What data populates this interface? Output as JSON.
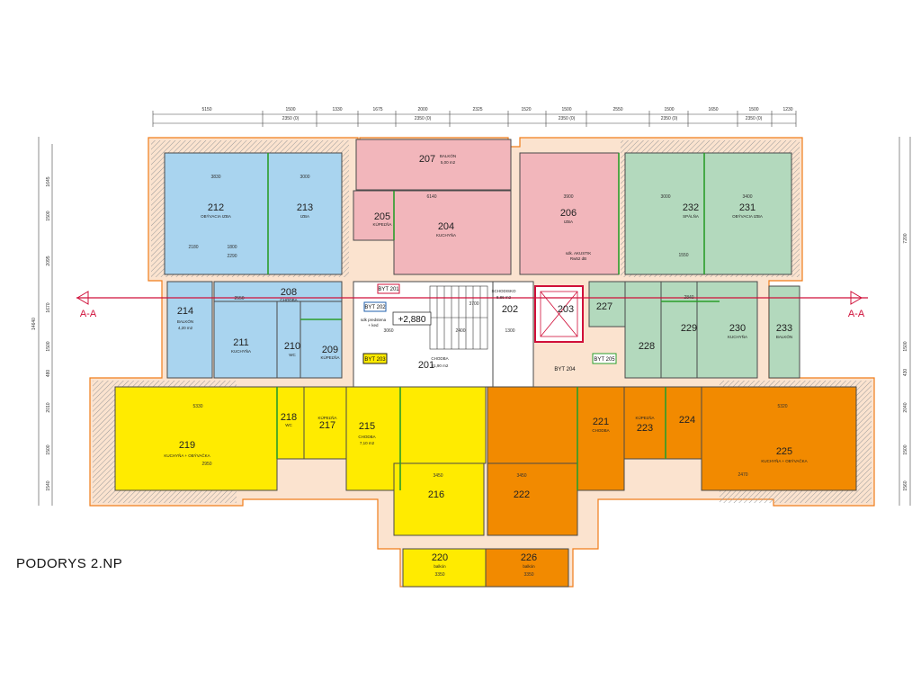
{
  "title": "PODORYS 2.NP",
  "level_mark": "+2,880",
  "section_mark": "A-A",
  "colors": {
    "blue": "#a9d4ef",
    "pink": "#f2b6bb",
    "green": "#b3d9bd",
    "yellow": "#ffeb00",
    "orange": "#f28a00",
    "wall": "#555555",
    "insulation": "#f07d1a",
    "section": "#d0103a",
    "accent": "#2a9d2a"
  },
  "apartments": [
    "BYT 201",
    "BYT 202",
    "BYT 203",
    "BYT 204",
    "BYT 205"
  ],
  "rooms": {
    "r201": {
      "num": "201",
      "name": "CHODBA",
      "area": "21,90 m2"
    },
    "r202": {
      "num": "202",
      "name": "SCHODISKO",
      "area": "8,86 m2"
    },
    "r203": {
      "num": "203",
      "name": "",
      "area": ""
    },
    "r204": {
      "num": "204",
      "name": "KUCHYŇA",
      "area": ""
    },
    "r205": {
      "num": "205",
      "name": "KÚPEĽŇA",
      "area": ""
    },
    "r206": {
      "num": "206",
      "name": "IZBA",
      "area": ""
    },
    "r207": {
      "num": "207",
      "name": "BALKÓN",
      "area": "5,00 m2"
    },
    "r208": {
      "num": "208",
      "name": "CHODBA",
      "area": ""
    },
    "r209": {
      "num": "209",
      "name": "KÚPEĽŇA",
      "area": ""
    },
    "r210": {
      "num": "210",
      "name": "WC",
      "area": ""
    },
    "r211": {
      "num": "211",
      "name": "KUCHYŇA",
      "area": ""
    },
    "r212": {
      "num": "212",
      "name": "OBÝVACIA IZBA",
      "area": ""
    },
    "r213": {
      "num": "213",
      "name": "IZBA",
      "area": ""
    },
    "r214": {
      "num": "214",
      "name": "BALKÓN",
      "area": "4,20 m2"
    },
    "r215": {
      "num": "215",
      "name": "CHODBA",
      "area": "7,10 m2"
    },
    "r216": {
      "num": "216",
      "name": "",
      "area": ""
    },
    "r217": {
      "num": "217",
      "name": "KÚPEĽŇA",
      "area": ""
    },
    "r218": {
      "num": "218",
      "name": "WC",
      "area": ""
    },
    "r219": {
      "num": "219",
      "name": "KUCHYŇA + OBÝVAČKA",
      "area": ""
    },
    "r220": {
      "num": "220",
      "name": "balkón",
      "area": ""
    },
    "r221": {
      "num": "221",
      "name": "CHODBA",
      "area": ""
    },
    "r222": {
      "num": "222",
      "name": "",
      "area": ""
    },
    "r223": {
      "num": "223",
      "name": "KÚPEĽŇA",
      "area": ""
    },
    "r224": {
      "num": "224",
      "name": "",
      "area": ""
    },
    "r225": {
      "num": "225",
      "name": "KUCHYŇA + OBÝVAČKA",
      "area": ""
    },
    "r226": {
      "num": "226",
      "name": "balkón",
      "area": ""
    },
    "r227": {
      "num": "227",
      "name": "",
      "area": ""
    },
    "r228": {
      "num": "228",
      "name": "",
      "area": ""
    },
    "r229": {
      "num": "229",
      "name": "",
      "area": ""
    },
    "r230": {
      "num": "230",
      "name": "KUCHYŇA",
      "area": ""
    },
    "r231": {
      "num": "231",
      "name": "OBÝVACIA IZBA",
      "area": ""
    },
    "r232": {
      "num": "232",
      "name": "SPÁLŇA",
      "area": ""
    },
    "r233": {
      "num": "233",
      "name": "BALKÓN",
      "area": ""
    }
  },
  "notes": {
    "acoustic": "sdk. AKUSTIK",
    "acoustic_val": "Rw52 dB",
    "partition": "sdk predstena",
    "partition2": "+ ked"
  },
  "dims_top": [
    "5150",
    "1500",
    "1330",
    "1675",
    "2000",
    "2325",
    "1520",
    "1500",
    "2550",
    "1500",
    "1650",
    "1500",
    "1230"
  ],
  "dims_top2": [
    "2350 (0)",
    "2350 (0)",
    "2350 (0)",
    "2350 (0)",
    "2350 (0)"
  ],
  "dims_left": [
    "1645",
    "1500",
    "2095",
    "1670",
    "1500",
    "480",
    "2010",
    "1500",
    "1540"
  ],
  "dims_right": [
    "7200",
    "1500",
    "430",
    "2040",
    "1500",
    "1560"
  ],
  "dims_left_total": "14640",
  "dims_inner": {
    "d212": "3830",
    "d212b": "2180",
    "d212c": "1800",
    "d213": "3000",
    "d213b": "2290",
    "d204": "6140",
    "d206": "3900",
    "d232": "3000",
    "d231": "3400",
    "d231b": "1550",
    "d219": "5330",
    "d219b": "2950",
    "d225": "5320",
    "d225b": "2470",
    "d201": "2400",
    "d201b": "3060",
    "d202": "3700",
    "d202b": "1300",
    "d222": "3450",
    "d216": "3450",
    "d230": "2840",
    "d211": "2550",
    "d226": "3350",
    "d220": "3350"
  }
}
